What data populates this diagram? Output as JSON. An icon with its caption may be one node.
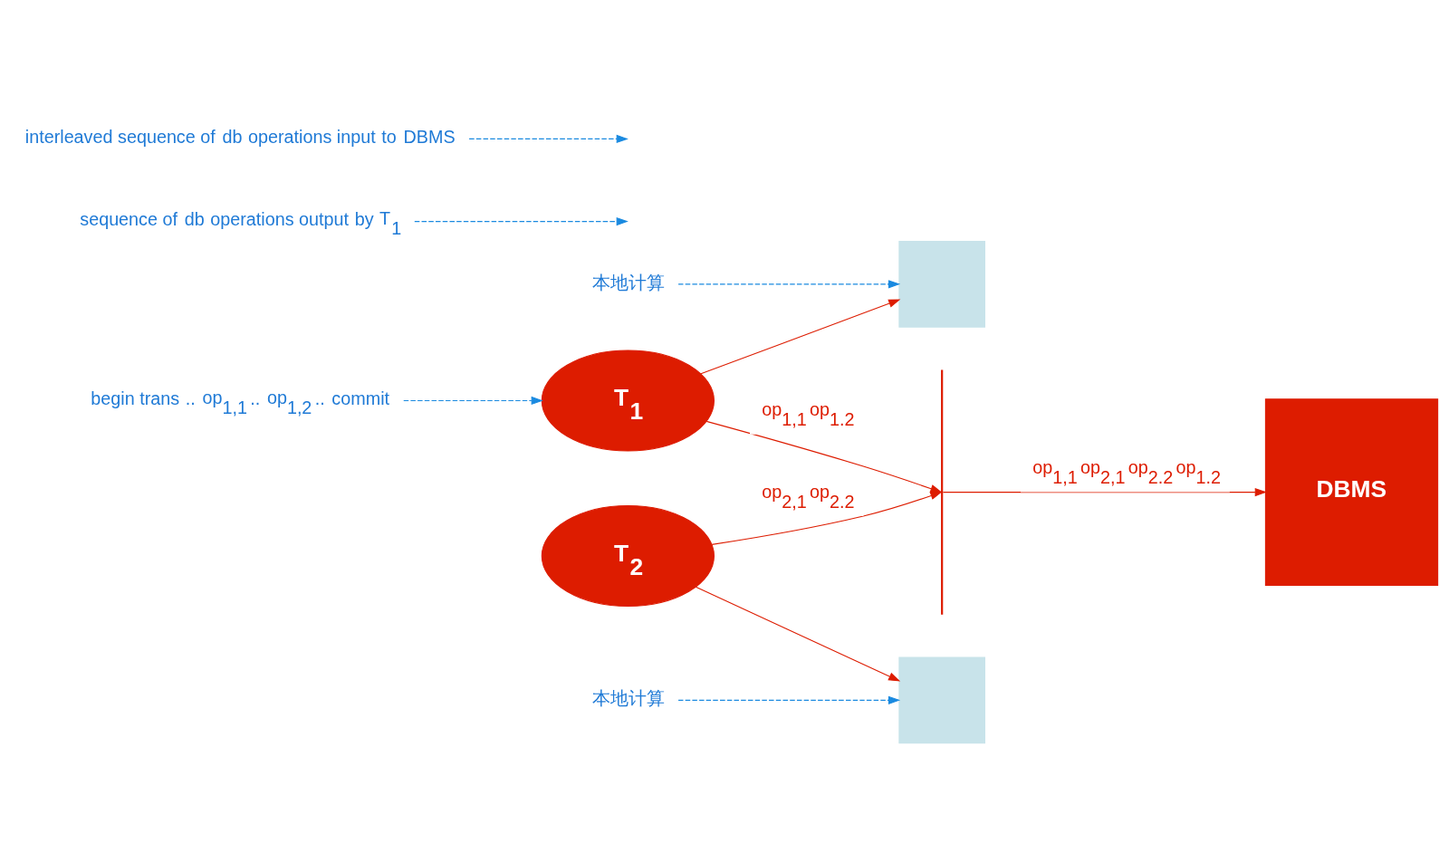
{
  "diagram": {
    "nodes": [
      {
        "text": [
          "T$_{1}$"
        ]
      },
      {
        "text": [],
        "shape": "box"
      },
      {
        "text": [
          "T$_{2}$"
        ]
      },
      {
        "text": [],
        "shape": "box"
      },
      {
        "text": [
          "DBMS"
        ]
      },
      {
        "text": [],
        "shape": "bar"
      },
      {
        "text": [
          "begin trans .. op$_{1,1}$ .. op$_{1,2}$ .. commit"
        ]
      },
      {
        "text": [
          "sequence of db operations output by T$_{1}$"
        ]
      },
      {
        "text": [
          "本地计算"
        ]
      },
      {
        "text": [
          "interleaved sequence of db operations input to DBMS"
        ]
      },
      {
        "text": [
          "本地计算"
        ]
      }
    ],
    "edges": [
      {
        "from": 0,
        "to": 1,
        "arrow": "to",
        "color": "#dd1c00"
      },
      {
        "from": 0,
        "to": 5,
        "arrow": "to",
        "label": "op$_{1,1}$ op$_{1.2}$",
        "color": "#dd1c00"
      },
      {
        "from": 2,
        "to": 5,
        "arrow": "to",
        "label": "op$_{2,1}$ op$_{2.2}$",
        "color": "#dd1c00"
      },
      {
        "from": 2,
        "to": 3,
        "arrow": "to",
        "color": "#dd1c00"
      },
      {
        "from": 5,
        "to": 4,
        "arrow": "to",
        "label": "op$_{1,1}$ op$_{2,1}$ op$_{2.2}$ op$_{1.2}$",
        "color": "#dd1c00"
      },
      {
        "from": 6,
        "to": 0,
        "arrow": "to",
        "style": "dashed",
        "color": "#1a8ae0"
      },
      {
        "from": 7,
        "to": null,
        "arrow": "to",
        "style": "dashed",
        "color": "#1a8ae0"
      },
      {
        "from": 8,
        "to": 1,
        "arrow": "to",
        "style": "dashed",
        "color": "#1a8ae0"
      },
      {
        "from": 9,
        "to": null,
        "arrow": "to",
        "style": "dashed",
        "color": "#1a8ae0"
      },
      {
        "from": 10,
        "to": 3,
        "arrow": "to",
        "style": "dashed",
        "color": "#1a8ae0"
      }
    ]
  }
}
